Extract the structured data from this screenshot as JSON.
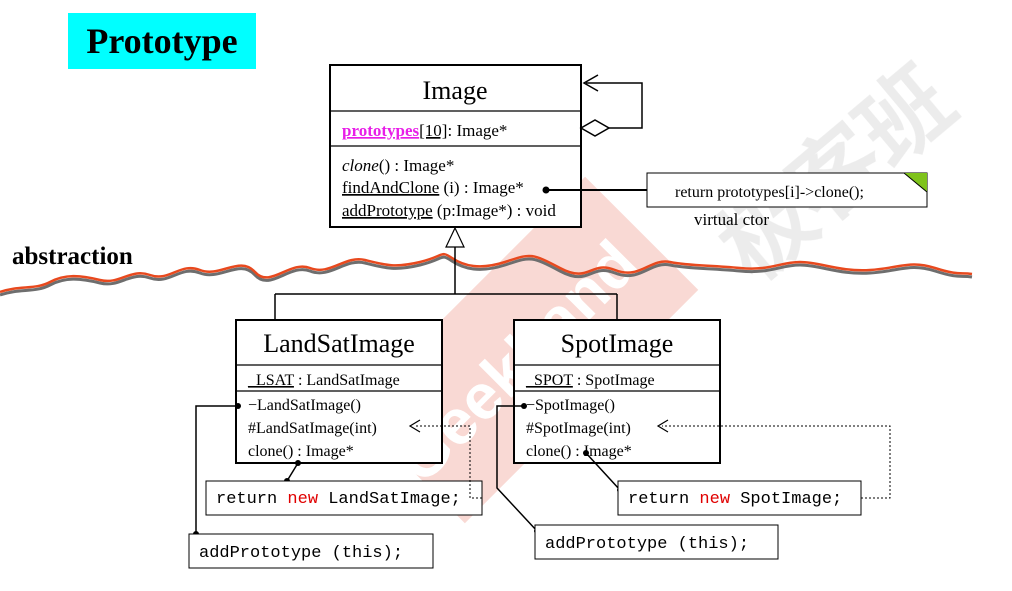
{
  "slide": {
    "title": "Prototype",
    "colors": {
      "title_bg": "#00FFFF",
      "wave_red": "#E8491E",
      "wave_shadow": "#6E6E6E",
      "highlight_magenta": "#E81EE8",
      "keyword_red": "#E00000",
      "note_corner": "#7FC31C",
      "watermark": "#F2B3A8"
    }
  },
  "abstraction_label": "abstraction",
  "watermark": {
    "text_left": "Geekband",
    "text_right": "极客班"
  },
  "image_class": {
    "name": "Image",
    "attribute": {
      "name": "prototypes",
      "index": "[10]",
      "type": ": Image*"
    },
    "methods": {
      "clone": "clone",
      "clone_rest": "() : Image*",
      "find_name": "findAndClone",
      "find_rest": " (i) : Image*",
      "add_name": "addPrototype",
      "add_rest": " (p:Image*) : void"
    }
  },
  "note_return": {
    "text": "return prototypes[i]->clone();",
    "caption": "virtual ctor"
  },
  "landsat_class": {
    "name": "LandSatImage",
    "attribute_name": "_LSAT",
    "attribute_type": " : LandSatImage",
    "methods": [
      "−LandSatImage()",
      "#LandSatImage(int)",
      "clone() : Image*"
    ]
  },
  "spot_class": {
    "name": "SpotImage",
    "attribute_name": "_SPOT",
    "attribute_type": " : SpotImage",
    "methods": [
      "−SpotImage()",
      "#SpotImage(int)",
      "clone() : Image*"
    ]
  },
  "landsat_notes": {
    "return_kw": "return",
    "new_kw": "new",
    "return_type": "LandSatImage;",
    "add_prototype": "addPrototype (this);"
  },
  "spot_notes": {
    "return_kw": "return",
    "new_kw": "new",
    "return_type": "SpotImage;",
    "add_prototype": "addPrototype (this);"
  }
}
